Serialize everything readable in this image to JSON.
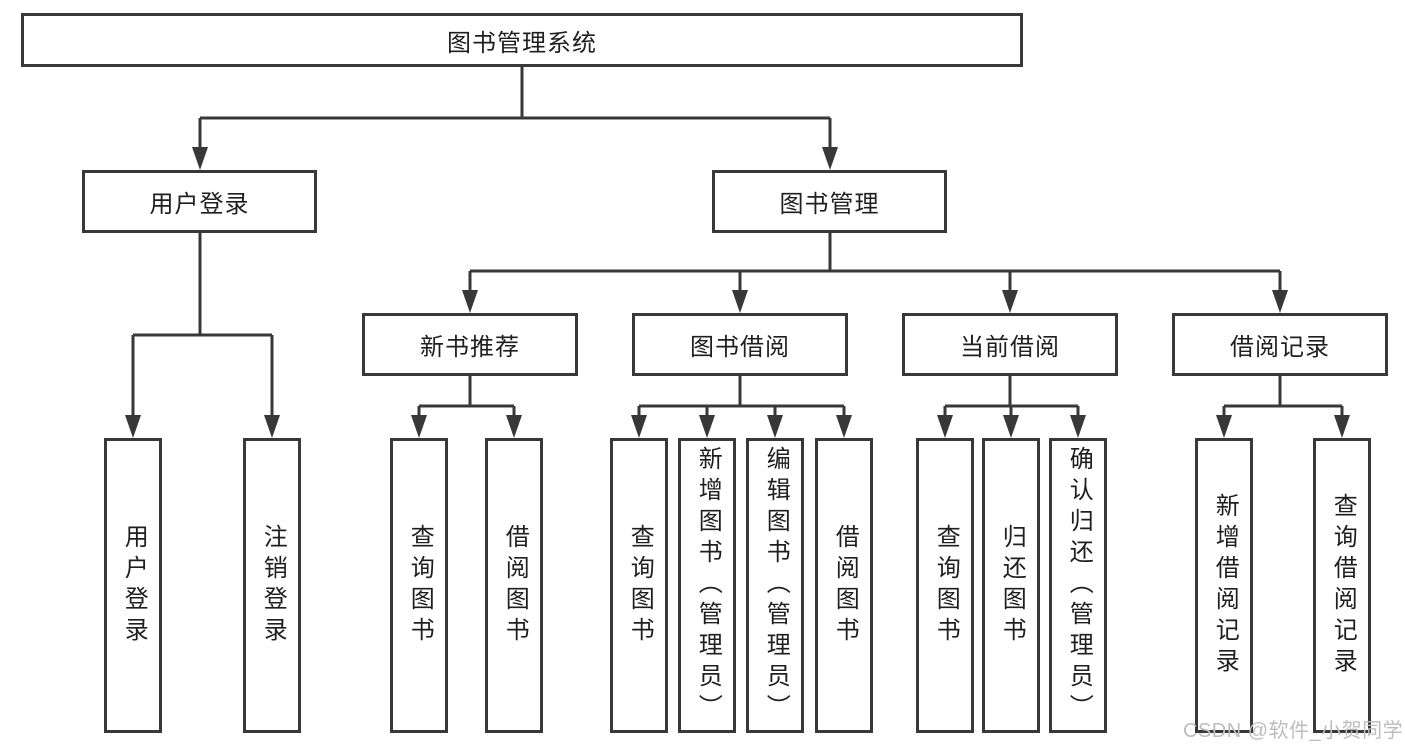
{
  "tree": {
    "label": "图书管理系统",
    "children": [
      {
        "label": "用户登录",
        "children": [
          {
            "label": "用户登录"
          },
          {
            "label": "注销登录"
          }
        ]
      },
      {
        "label": "图书管理",
        "children": [
          {
            "label": "新书推荐",
            "children": [
              {
                "label": "查询图书"
              },
              {
                "label": "借阅图书"
              }
            ]
          },
          {
            "label": "图书借阅",
            "children": [
              {
                "label": "查询图书"
              },
              {
                "label": "新增图书（管理员）"
              },
              {
                "label": "编辑图书（管理员）"
              },
              {
                "label": "借阅图书"
              }
            ]
          },
          {
            "label": "当前借阅",
            "children": [
              {
                "label": "查询图书"
              },
              {
                "label": "归还图书"
              },
              {
                "label": "确认归还（管理员）"
              }
            ]
          },
          {
            "label": "借阅记录",
            "children": [
              {
                "label": "新增借阅记录"
              },
              {
                "label": "查询借阅记录"
              }
            ]
          }
        ]
      }
    ]
  },
  "watermark": {
    "text": "CSDN @软件_小贺同学"
  },
  "colors": {
    "line": "#383838",
    "box_border": "#383838",
    "text": "#1f1f1f",
    "watermark": "#bdbdbf",
    "background": "#ffffff"
  }
}
